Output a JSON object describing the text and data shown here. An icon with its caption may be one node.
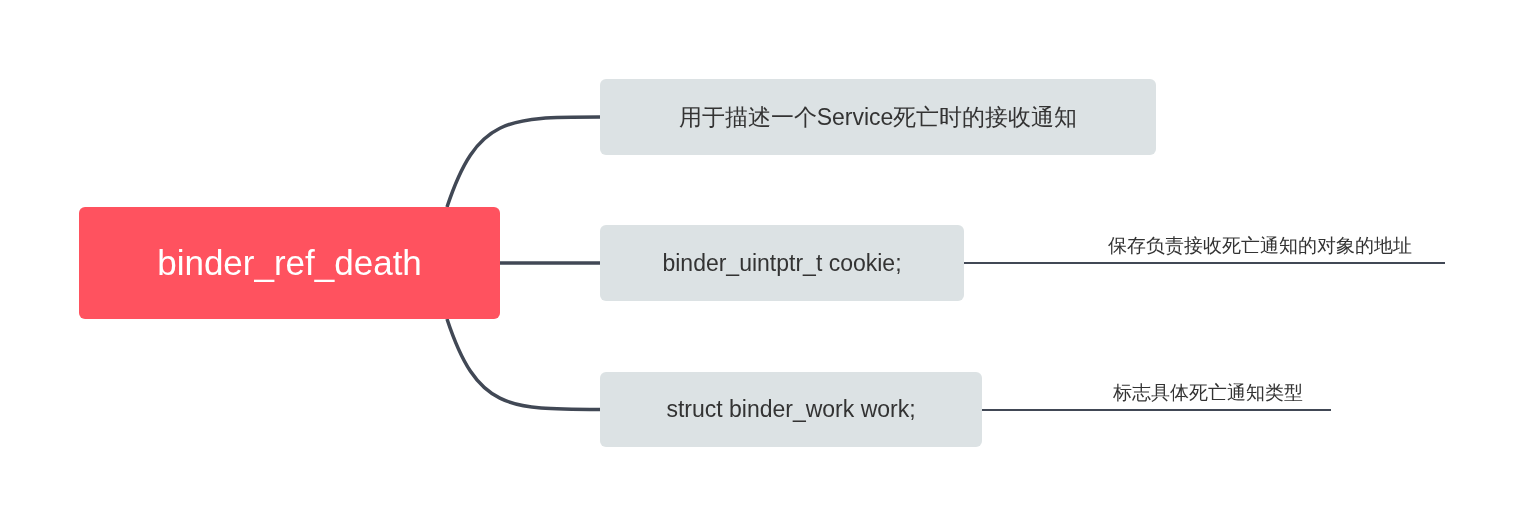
{
  "diagram": {
    "nodes": [
      {
        "text": [
          "binder_ref_death"
        ]
      },
      {
        "text": [
          "用于描述一个Service死亡时的接收通知"
        ]
      },
      {
        "text": [
          "binder_uintptr_t cookie;"
        ]
      },
      {
        "text": [
          "struct binder_work work;"
        ]
      },
      {
        "text": [
          "保存负责接收死亡通知的对象的地址"
        ]
      },
      {
        "text": [
          "标志具体死亡通知类型"
        ]
      }
    ],
    "edges": [
      {
        "from": 0,
        "to": 1,
        "arrow": "none"
      },
      {
        "from": 0,
        "to": 2,
        "arrow": "none"
      },
      {
        "from": 0,
        "to": 3,
        "arrow": "none"
      },
      {
        "from": 2,
        "to": 4,
        "arrow": "none"
      },
      {
        "from": 3,
        "to": 5,
        "arrow": "none"
      }
    ]
  }
}
